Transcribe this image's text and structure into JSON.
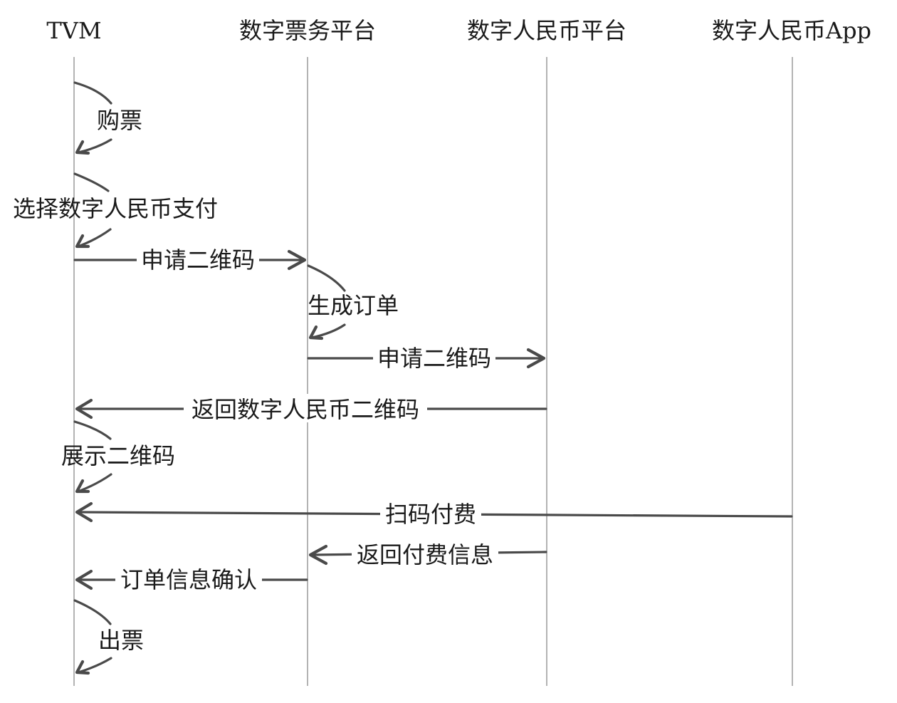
{
  "participants": [
    {
      "id": "tvm",
      "label": "TVM"
    },
    {
      "id": "ticket",
      "label": "数字票务平台"
    },
    {
      "id": "dcep",
      "label": "数字人民币平台"
    },
    {
      "id": "app",
      "label": "数字人民币App"
    }
  ],
  "messages": [
    {
      "id": "buy-ticket",
      "from": "tvm",
      "to": "tvm",
      "label": "购票"
    },
    {
      "id": "select-pay",
      "from": "tvm",
      "to": "tvm",
      "label": "选择数字人民币支付"
    },
    {
      "id": "request-qr-1",
      "from": "tvm",
      "to": "ticket",
      "label": "申请二维码"
    },
    {
      "id": "create-order",
      "from": "ticket",
      "to": "ticket",
      "label": "生成订单"
    },
    {
      "id": "request-qr-2",
      "from": "ticket",
      "to": "dcep",
      "label": "申请二维码"
    },
    {
      "id": "return-qr",
      "from": "dcep",
      "to": "tvm",
      "label": "返回数字人民币二维码"
    },
    {
      "id": "show-qr",
      "from": "tvm",
      "to": "tvm",
      "label": "展示二维码"
    },
    {
      "id": "scan-pay",
      "from": "app",
      "to": "tvm",
      "label": "扫码付费"
    },
    {
      "id": "return-pay-info",
      "from": "dcep",
      "to": "ticket",
      "label": "返回付费信息"
    },
    {
      "id": "confirm-order",
      "from": "ticket",
      "to": "tvm",
      "label": "订单信息确认"
    },
    {
      "id": "issue-ticket",
      "from": "tvm",
      "to": "tvm",
      "label": "出票"
    }
  ]
}
